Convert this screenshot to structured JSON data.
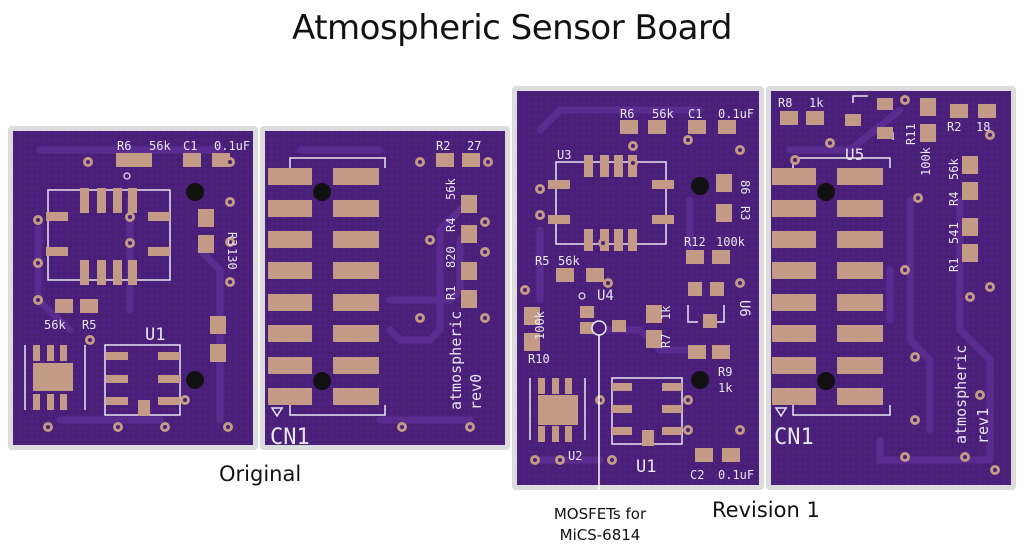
{
  "title": "Atmospheric Sensor Board",
  "captions": {
    "original": "Original",
    "revision": "Revision 1",
    "mosfet_note_line1": "MOSFETs for",
    "mosfet_note_line2": "MiCS-6814"
  },
  "colors": {
    "board": "#4a1f78",
    "board_edge": "#dcdcdc",
    "pad": "#c39a86",
    "silk": "#e8e6f0",
    "trace": "#5a2b8e",
    "drill": "#111111"
  },
  "boards": {
    "orig_left": {
      "labels": [
        "R6",
        "56k",
        "C1",
        "0.1uF",
        "R3",
        "130",
        "56k",
        "R5",
        "U1"
      ]
    },
    "orig_right": {
      "labels": [
        "R2",
        "27",
        "56k",
        "R4",
        "820",
        "R1",
        "atmospheric",
        "rev0",
        "CN1"
      ]
    },
    "rev_left": {
      "labels": [
        "R6",
        "56k",
        "C1",
        "0.1uF",
        "U3",
        "R3",
        "86",
        "R12",
        "100k",
        "R5",
        "56k",
        "U4",
        "100k",
        "R10",
        "R7",
        "1k",
        "U6",
        "R9",
        "1k",
        "U2",
        "U1",
        "C2",
        "0.1uF"
      ]
    },
    "rev_right": {
      "labels": [
        "R8",
        "1k",
        "R11",
        "100k",
        "R2",
        "18",
        "U5",
        "56k",
        "R4",
        "541",
        "R1",
        "atmospheric",
        "rev1",
        "CN1"
      ]
    }
  }
}
